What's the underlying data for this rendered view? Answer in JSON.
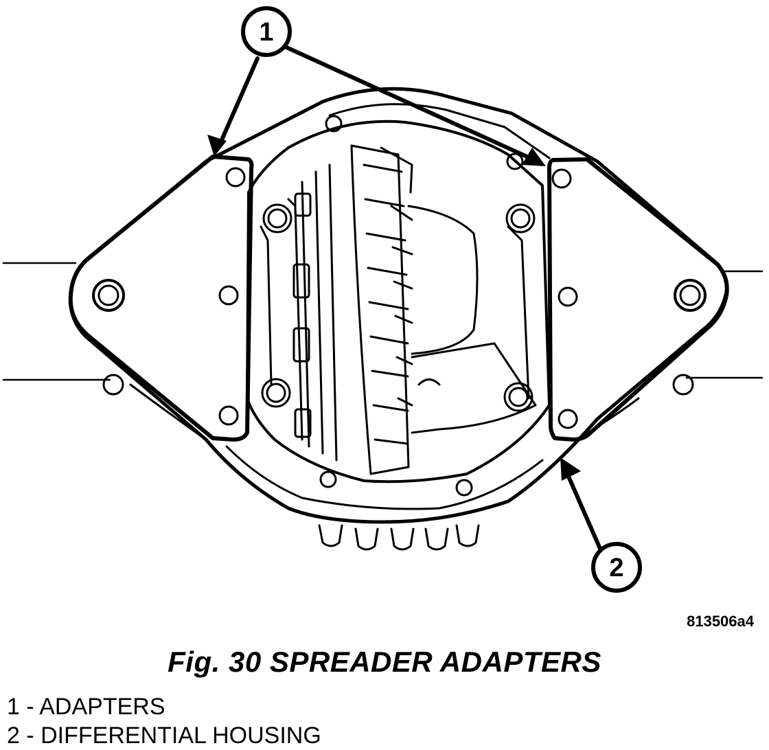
{
  "figure": {
    "code": "813506a4",
    "caption": "Fig. 30 SPREADER ADAPTERS"
  },
  "callouts": [
    {
      "number": "1",
      "label": "ADAPTERS"
    },
    {
      "number": "2",
      "label": "DIFFERENTIAL HOUSING"
    }
  ],
  "legend": [
    "1 - ADAPTERS",
    "2 - DIFFERENTIAL HOUSING"
  ]
}
